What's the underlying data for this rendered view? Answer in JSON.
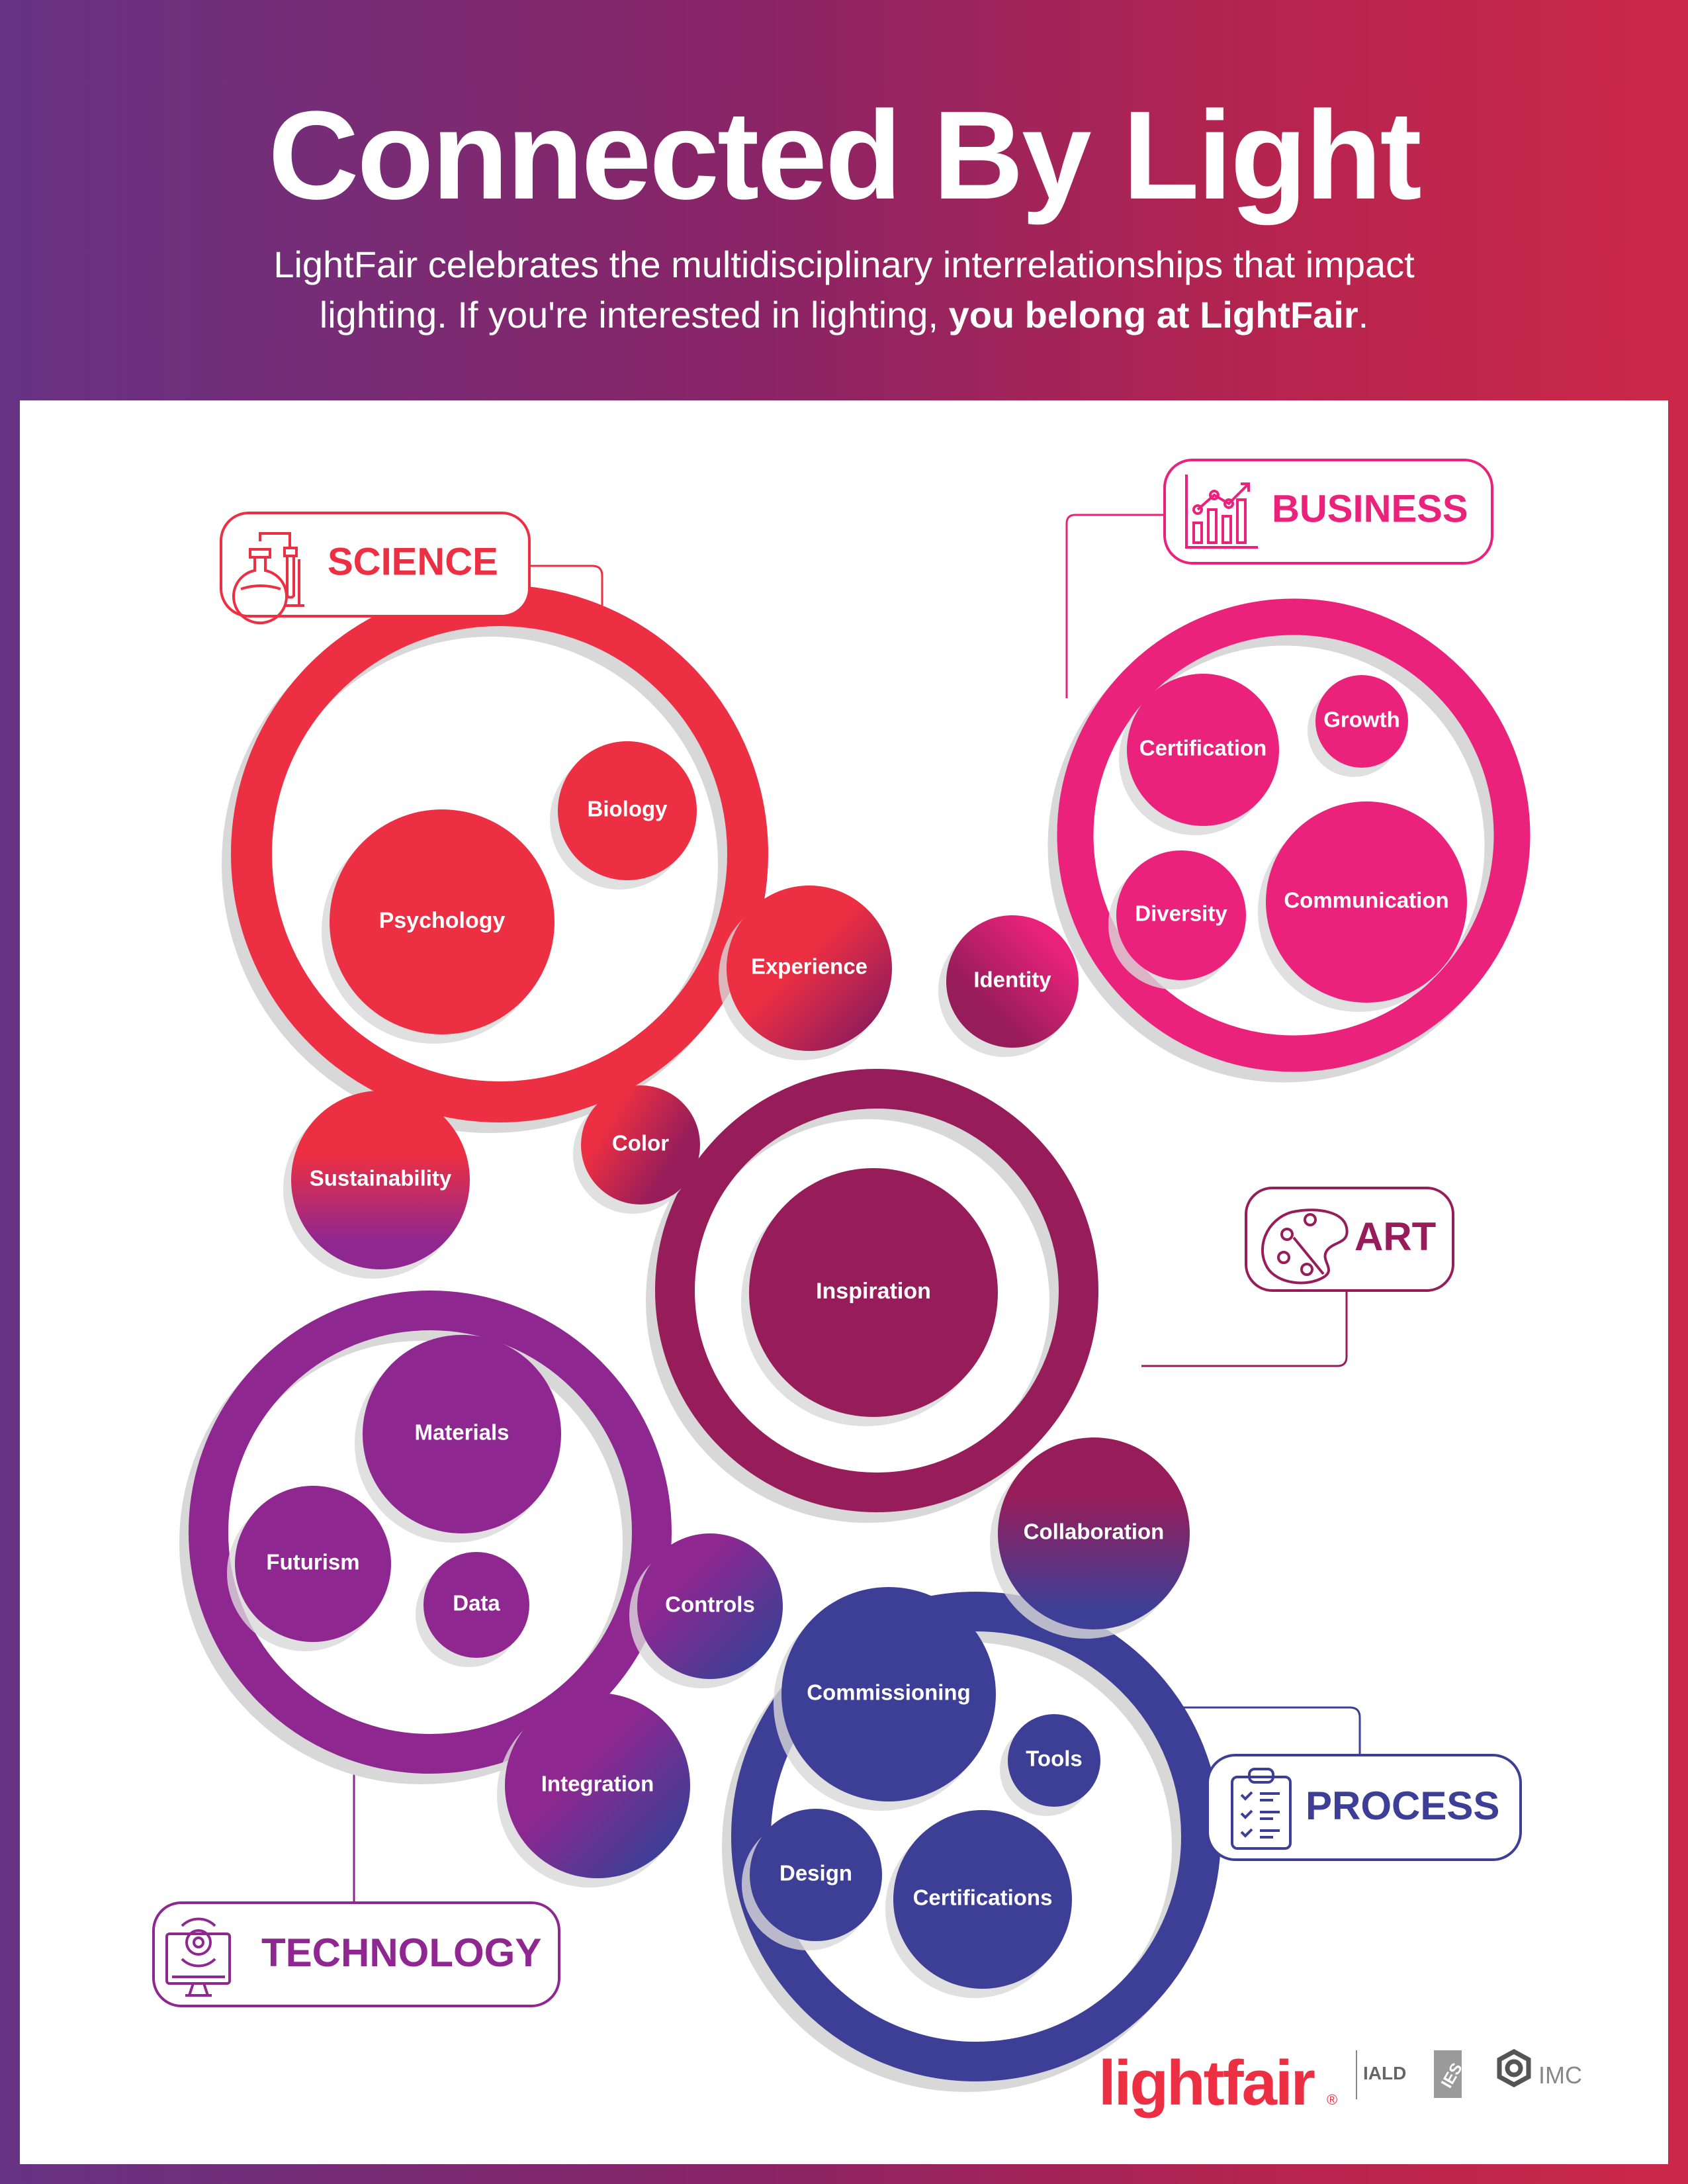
{
  "header": {
    "title": "Connected By Light",
    "subtitle_line1": "LightFair celebrates the multidisciplinary interrelationships that impact",
    "subtitle_line2_plain": "lighting. If you're interested in lighting, ",
    "subtitle_line2_bold": "you belong at LightFair",
    "subtitle_line2_end": "."
  },
  "colors": {
    "science": "#ec2f42",
    "business": "#ea227b",
    "art": "#971d5a",
    "technology": "#8f2790",
    "process": "#3d3f96",
    "shadow": "#d9d8d9"
  },
  "categories": [
    {
      "id": "science",
      "label": "SCIENCE",
      "icon": "lab-flask-icon",
      "items": [
        "Psychology",
        "Biology"
      ]
    },
    {
      "id": "business",
      "label": "BUSINESS",
      "icon": "bar-chart-growth-icon",
      "items": [
        "Certification",
        "Growth",
        "Diversity",
        "Communication"
      ]
    },
    {
      "id": "art",
      "label": "ART",
      "icon": "paint-palette-icon",
      "items": [
        "Inspiration"
      ]
    },
    {
      "id": "technology",
      "label": "TECHNOLOGY",
      "icon": "computer-gear-icon",
      "items": [
        "Materials",
        "Futurism",
        "Data"
      ]
    },
    {
      "id": "process",
      "label": "PROCESS",
      "icon": "clipboard-checklist-icon",
      "items": [
        "Commissioning",
        "Tools",
        "Design",
        "Certifications"
      ]
    }
  ],
  "connectors": [
    "Experience",
    "Identity",
    "Sustainability",
    "Color",
    "Collaboration",
    "Controls",
    "Integration"
  ],
  "bubbles": {
    "psychology": "Psychology",
    "biology": "Biology",
    "certification": "Certification",
    "growth": "Growth",
    "diversity": "Diversity",
    "communication": "Communication",
    "inspiration": "Inspiration",
    "materials": "Materials",
    "futurism": "Futurism",
    "data": "Data",
    "commissioning": "Commissioning",
    "tools": "Tools",
    "design": "Design",
    "certifications": "Certifications",
    "experience": "Experience",
    "identity": "Identity",
    "sustainability": "Sustainability",
    "color": "Color",
    "collaboration": "Collaboration",
    "controls": "Controls",
    "integration": "Integration"
  },
  "footer": {
    "brand": "lightfair",
    "registered": "®",
    "partners": [
      "IALD",
      "IES",
      "IMC"
    ]
  }
}
